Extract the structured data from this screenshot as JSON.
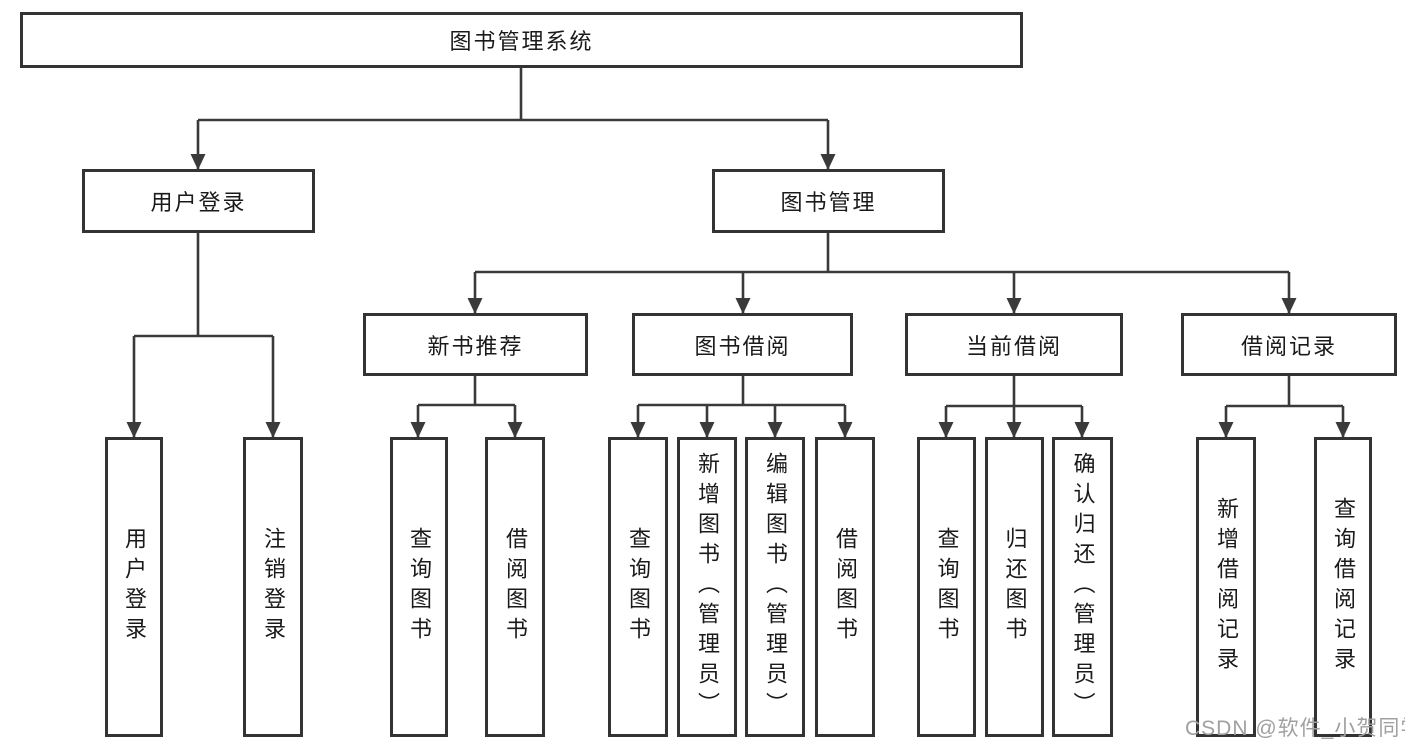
{
  "tree": {
    "root": {
      "label": "图书管理系统"
    },
    "branches": [
      {
        "label": "用户登录",
        "children": [
          {
            "label": "用户登录"
          },
          {
            "label": "注销登录"
          }
        ]
      },
      {
        "label": "图书管理",
        "children": [
          {
            "label": "新书推荐",
            "children": [
              {
                "label": "查询图书"
              },
              {
                "label": "借阅图书"
              }
            ]
          },
          {
            "label": "图书借阅",
            "children": [
              {
                "label": "查询图书"
              },
              {
                "label": "新增图书（管理员）"
              },
              {
                "label": "编辑图书（管理员）"
              },
              {
                "label": "借阅图书"
              }
            ]
          },
          {
            "label": "当前借阅",
            "children": [
              {
                "label": "查询图书"
              },
              {
                "label": "归还图书"
              },
              {
                "label": "确认归还（管理员）"
              }
            ]
          },
          {
            "label": "借阅记录",
            "children": [
              {
                "label": "新增借阅记录"
              },
              {
                "label": "查询借阅记录"
              }
            ]
          }
        ]
      }
    ]
  },
  "watermark": {
    "text": "CSDN @软件_小贺同学",
    "color": "#a0a0a0"
  },
  "colors": {
    "line": "#3a3a3a",
    "box_border": "#333333",
    "text": "#1a1a1a",
    "background": "#ffffff"
  }
}
